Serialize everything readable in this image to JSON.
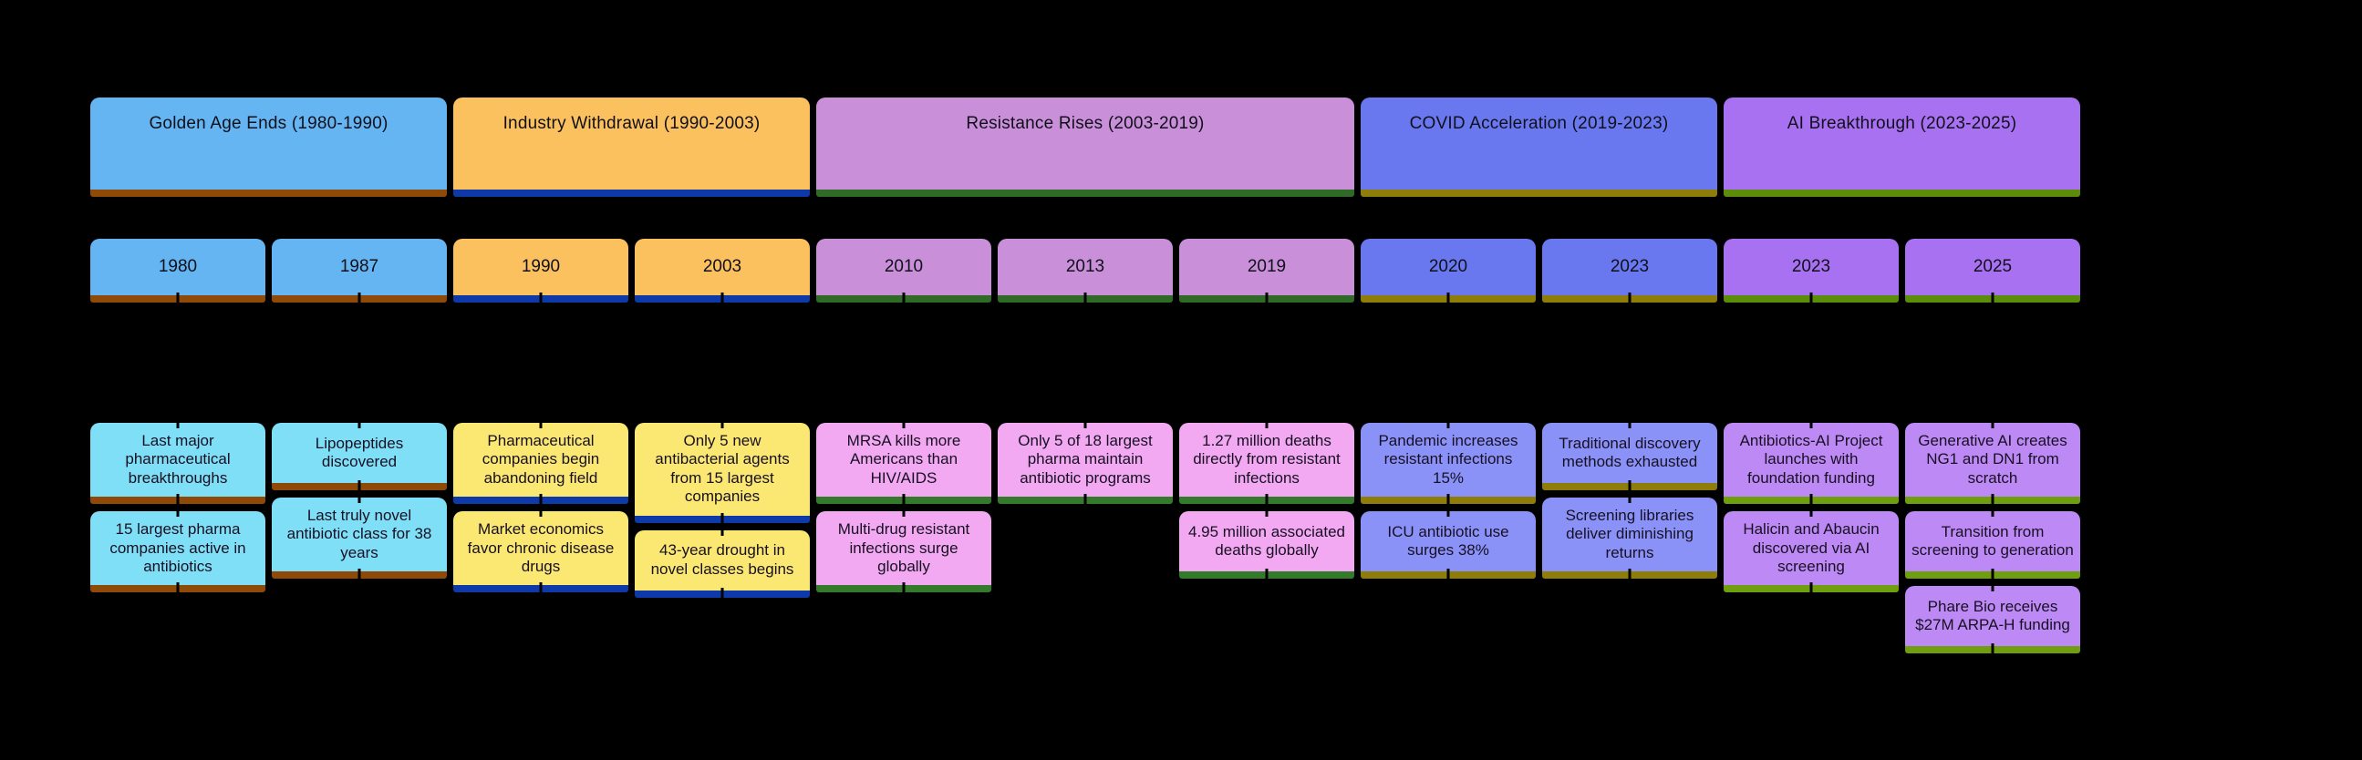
{
  "background_color": "#000000",
  "timeline": {
    "sections": [
      {
        "label": "Golden Age Ends (1980-1990)",
        "span": 2,
        "fill": "#65b5f2",
        "accent": "#8e4a06",
        "event_fill": "#7fdff7",
        "event_accent": "#8e4a06"
      },
      {
        "label": "Industry Withdrawal (1990-2003)",
        "span": 2,
        "fill": "#fcc15f",
        "accent": "#0d3aa8",
        "event_fill": "#fbe873",
        "event_accent": "#0d3aa8"
      },
      {
        "label": "Resistance Rises (2003-2019)",
        "span": 3,
        "fill": "#c98fd9",
        "accent": "#2f6b26",
        "event_fill": "#f2a9f2",
        "event_accent": "#337a2a"
      },
      {
        "label": "COVID Acceleration (2019-2023)",
        "span": 2,
        "fill": "#6a78f0",
        "accent": "#8e7d08",
        "event_fill": "#8a92f8",
        "event_accent": "#8e7d08"
      },
      {
        "label": "AI Breakthrough (2023-2025)",
        "span": 2,
        "fill": "#a871f2",
        "accent": "#5b8d0b",
        "event_fill": "#bd89f5",
        "event_accent": "#6f9e0e"
      }
    ],
    "periods": [
      {
        "year": "1980",
        "section": 0,
        "events": [
          "Last major pharmaceutical breakthroughs",
          "15 largest pharma companies active in antibiotics"
        ]
      },
      {
        "year": "1987",
        "section": 0,
        "events": [
          "Lipopeptides discovered",
          "Last truly novel antibiotic class for 38 years"
        ]
      },
      {
        "year": "1990",
        "section": 1,
        "events": [
          "Pharmaceutical companies begin abandoning field",
          "Market economics favor chronic disease drugs"
        ]
      },
      {
        "year": "2003",
        "section": 1,
        "events": [
          "Only 5 new antibacterial agents from 15 largest companies",
          "43-year drought in novel classes begins"
        ]
      },
      {
        "year": "2010",
        "section": 2,
        "events": [
          "MRSA kills more Americans than HIV/AIDS",
          "Multi-drug resistant infections surge globally"
        ]
      },
      {
        "year": "2013",
        "section": 2,
        "events": [
          "Only 5 of 18 largest pharma maintain antibiotic programs"
        ]
      },
      {
        "year": "2019",
        "section": 2,
        "events": [
          "1.27 million deaths directly from resistant infections",
          "4.95 million associated deaths globally"
        ]
      },
      {
        "year": "2020",
        "section": 3,
        "events": [
          "Pandemic increases resistant infections 15%",
          "ICU antibiotic use surges 38%"
        ]
      },
      {
        "year": "2023",
        "section": 3,
        "events": [
          "Traditional discovery methods exhausted",
          "Screening libraries deliver diminishing returns"
        ]
      },
      {
        "year": "2023",
        "section": 4,
        "events": [
          "Antibiotics-AI Project launches with foundation funding",
          "Halicin and Abaucin discovered via AI screening"
        ]
      },
      {
        "year": "2025",
        "section": 4,
        "events": [
          "Generative AI creates NG1 and DN1 from scratch",
          "Transition from screening to generation",
          "Phare Bio receives $27M ARPA-H funding"
        ]
      }
    ]
  }
}
